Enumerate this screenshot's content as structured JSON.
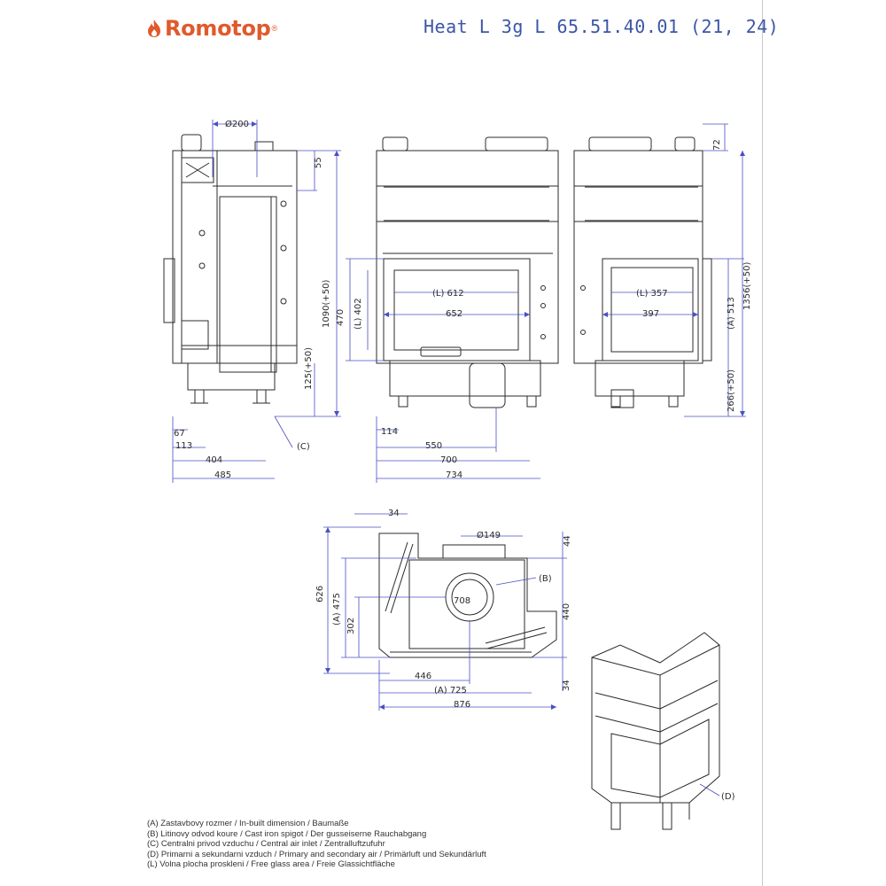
{
  "header": {
    "brand": "Romotop",
    "brand_mark": "®",
    "model": "Heat L 3g L 65.51.40.01 (21, 24)"
  },
  "side_view": {
    "flue_diameter": "Ø200",
    "top_offset": "55",
    "total_height": "1090(+50)",
    "base_height": "125(+50)",
    "d67": "67",
    "d113": "113",
    "d404": "404",
    "d485": "485",
    "callout_c": "(C)"
  },
  "front_view": {
    "door_height": "470",
    "glass_height": "(L) 402",
    "glass_width": "(L) 612",
    "opening_width": "652",
    "d114": "114",
    "d550": "550",
    "d700": "700",
    "d734": "734"
  },
  "right_view": {
    "d72": "72",
    "glass_width": "(L) 357",
    "opening_width": "397",
    "built_in_height": "(A) 513",
    "total_height": "1356(+50)",
    "base_height": "266(+50)"
  },
  "plan_view": {
    "d34_top": "34",
    "spigot": "Ø149",
    "d44": "44",
    "callout_b": "(B)",
    "d626": "626",
    "built_in_depth": "(A) 475",
    "d302": "302",
    "d440": "440",
    "d708": "708",
    "d446": "446",
    "built_in_width": "(A) 725",
    "d876": "876",
    "d34_bottom": "34"
  },
  "iso_view": {
    "callout_d": "(D)"
  },
  "legend": [
    "(A)  Zastavbovy rozmer / In-built dimension / Baumaße",
    "(B)  Litinovy odvod koure / Cast iron spigot / Der gusseiserne Rauchabgang",
    "(C)  Centralni privod vzduchu / Central air inlet / Zentralluftzufuhr",
    "(D)  Primarni a sekundarni vzduch / Primary and secondary air / Primärluft und Sekundärluft",
    "(L)  Volna plocha proskleni / Free glass area / Freie Glassichtfläche"
  ],
  "colors": {
    "brand": "#e05a2b",
    "model": "#3b56a6",
    "line": "#2b2b2b",
    "dimension": "#4a4fc4"
  }
}
